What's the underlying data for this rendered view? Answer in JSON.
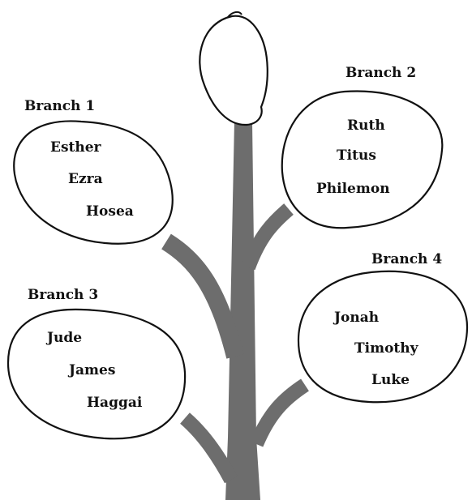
{
  "colors": {
    "trunk": "#6d6d6d",
    "outline": "#111111",
    "leaf_fill": "#ffffff",
    "text": "#111111"
  },
  "branches": [
    {
      "title": "Branch 1",
      "books": [
        "Esther",
        "Ezra",
        "Hosea"
      ]
    },
    {
      "title": "Branch 2",
      "books": [
        "Ruth",
        "Titus",
        "Philemon"
      ]
    },
    {
      "title": "Branch 3",
      "books": [
        "Jude",
        "James",
        "Haggai"
      ]
    },
    {
      "title": "Branch 4",
      "books": [
        "Jonah",
        "Timothy",
        "Luke"
      ]
    }
  ]
}
